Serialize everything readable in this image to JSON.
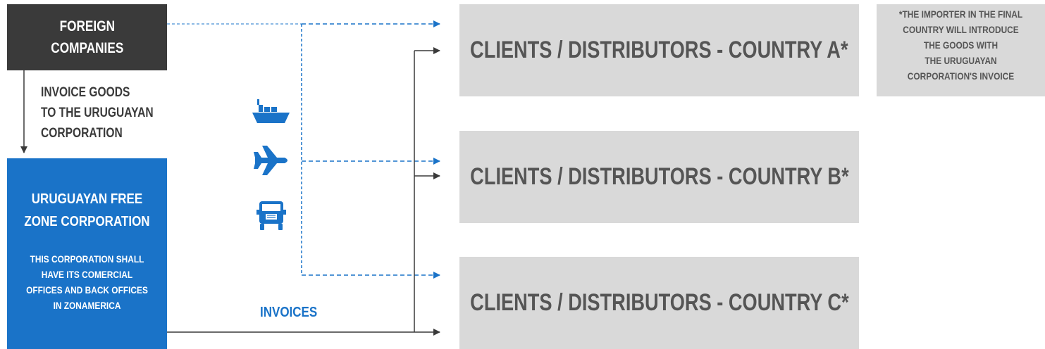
{
  "foreign": {
    "lines": [
      "FOREIGN",
      "COMPANIES"
    ]
  },
  "invoice_goods": {
    "lines": [
      "INVOICE GOODS",
      "TO THE URUGUAYAN",
      "CORPORATION"
    ]
  },
  "uruguayan": {
    "title_lines": [
      "URUGUAYAN FREE",
      "ZONE CORPORATION"
    ],
    "sub_lines": [
      "THIS CORPORATION SHALL",
      "HAVE ITS COMERCIAL",
      "OFFICES AND BACK OFFICES",
      "IN ZONAMERICA"
    ]
  },
  "clients": [
    {
      "label": "CLIENTS / DISTRIBUTORS - COUNTRY A*"
    },
    {
      "label": "CLIENTS / DISTRIBUTORS - COUNTRY B*"
    },
    {
      "label": "CLIENTS / DISTRIBUTORS - COUNTRY C*"
    }
  ],
  "note": {
    "lines": [
      "*THE IMPORTER IN THE FINAL",
      "COUNTRY WILL INTRODUCE",
      "THE GOODS WITH",
      "THE URUGUAYAN",
      "CORPORATION'S INVOICE"
    ]
  },
  "invoices_label": "INVOICES",
  "icons": [
    "ship-icon",
    "airplane-icon",
    "truck-icon"
  ],
  "colors": {
    "dark": "#3a3a3a",
    "blue": "#1a73c8",
    "gray_box": "#d9d9d9",
    "gray_text": "#555555"
  }
}
